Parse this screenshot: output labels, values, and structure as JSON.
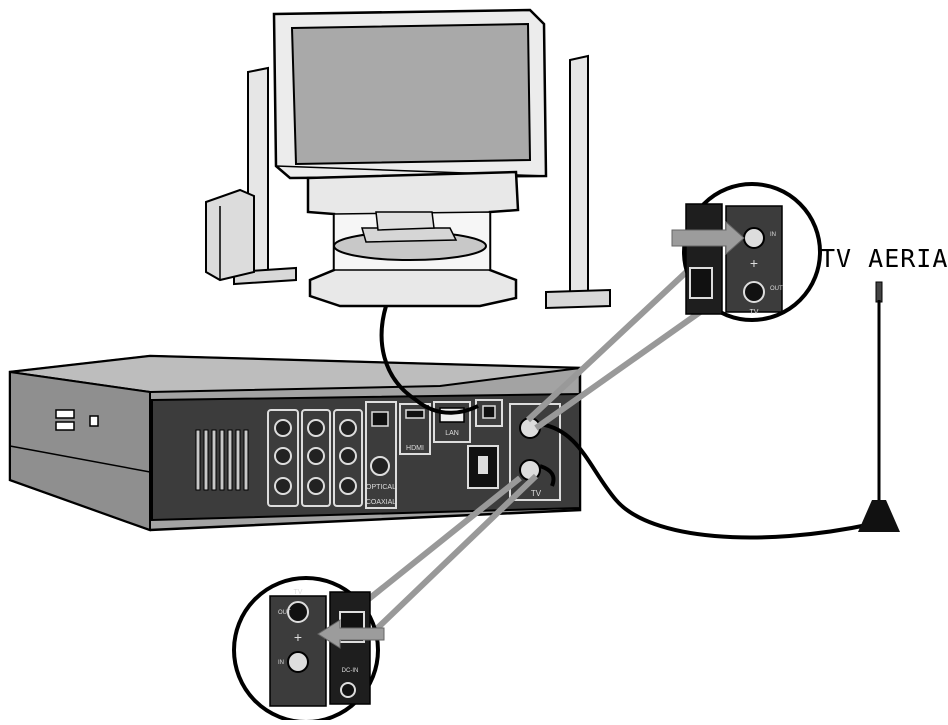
{
  "aerial": {
    "label": "TV AERIAL"
  },
  "rear_panel": {
    "hdmi_label": "HDMI",
    "lan_label": "LAN",
    "optical_label": "OPTICAL",
    "coaxial_label": "COAXIAL",
    "tv_label": "TV"
  },
  "zoom_top": {
    "in_label": "IN",
    "out_label": "OUT",
    "tv_label": "TV"
  },
  "zoom_bottom": {
    "in_label": "IN",
    "out_label": "OUT",
    "tv_label": "TV",
    "dc_label": "DC-IN"
  },
  "colors": {
    "outline": "#000000",
    "box": "#9a9a9a",
    "panel": "#3c3c3c",
    "arrow": "#9c9c9c",
    "screen": "#a9a9a9"
  }
}
